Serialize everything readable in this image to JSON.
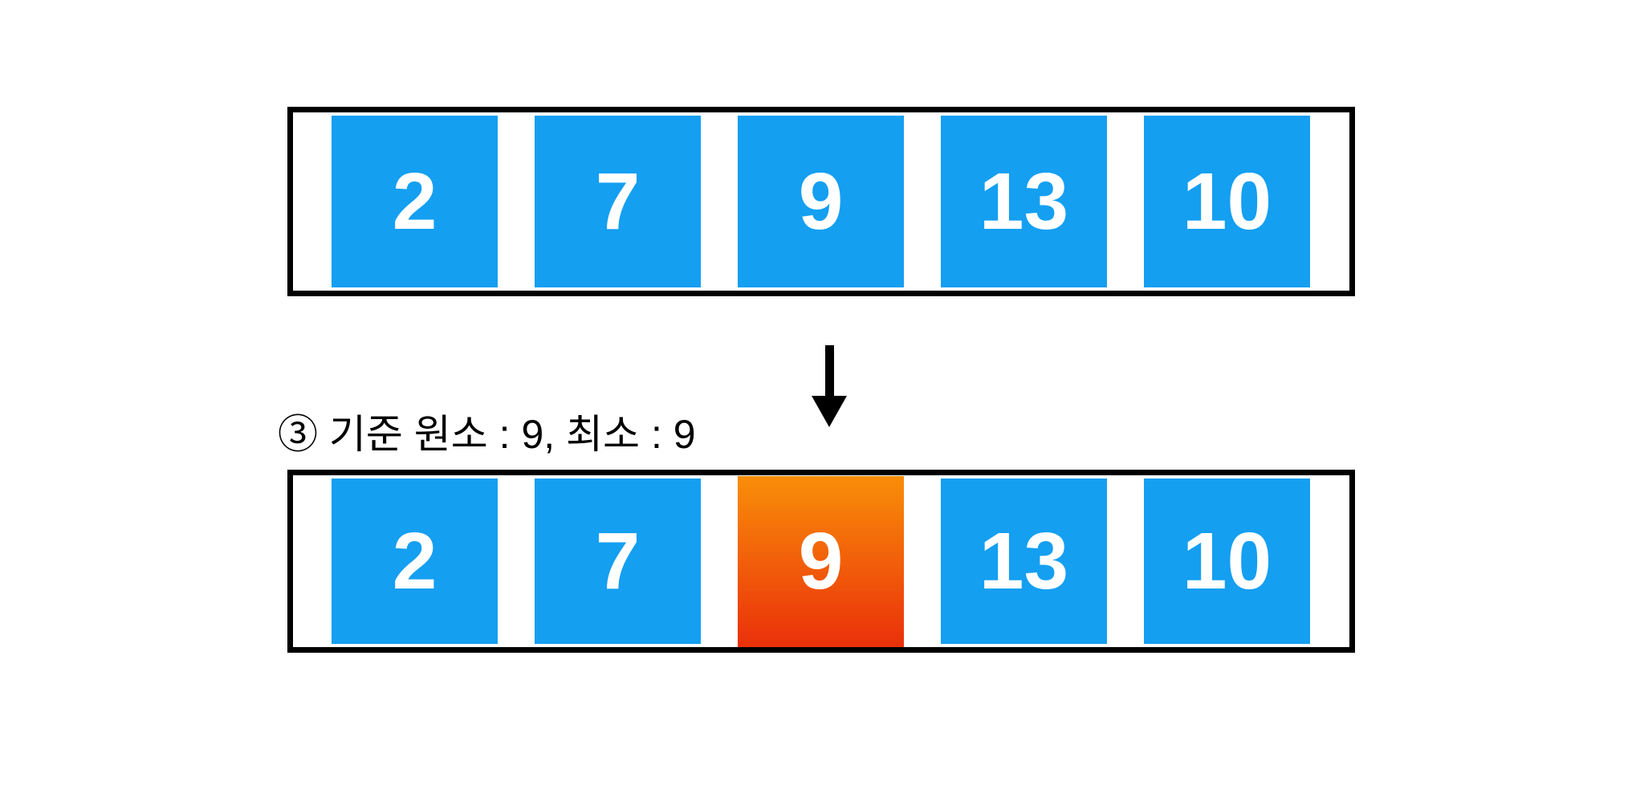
{
  "diagram": {
    "step_annotation": "③ 기준 원소 : 9, 최소 : 9",
    "step_number": "3",
    "pivot_element": "9",
    "minimum_element": "9",
    "arrays": [
      {
        "id": "before",
        "cells": [
          {
            "value": "2",
            "state": "default"
          },
          {
            "value": "7",
            "state": "default"
          },
          {
            "value": "9",
            "state": "default"
          },
          {
            "value": "13",
            "state": "default"
          },
          {
            "value": "10",
            "state": "default"
          }
        ]
      },
      {
        "id": "after",
        "cells": [
          {
            "value": "2",
            "state": "default"
          },
          {
            "value": "7",
            "state": "default"
          },
          {
            "value": "9",
            "state": "highlight"
          },
          {
            "value": "13",
            "state": "default"
          },
          {
            "value": "10",
            "state": "default"
          }
        ]
      }
    ]
  },
  "colors": {
    "cell_blue": "#149FF1",
    "highlight_top": "#F98E09",
    "highlight_bottom": "#EA300A",
    "border_color": "#000000",
    "cell_text": "#FFFFFF",
    "label_color": "#000000",
    "page_bg": "#FFFFFF"
  }
}
